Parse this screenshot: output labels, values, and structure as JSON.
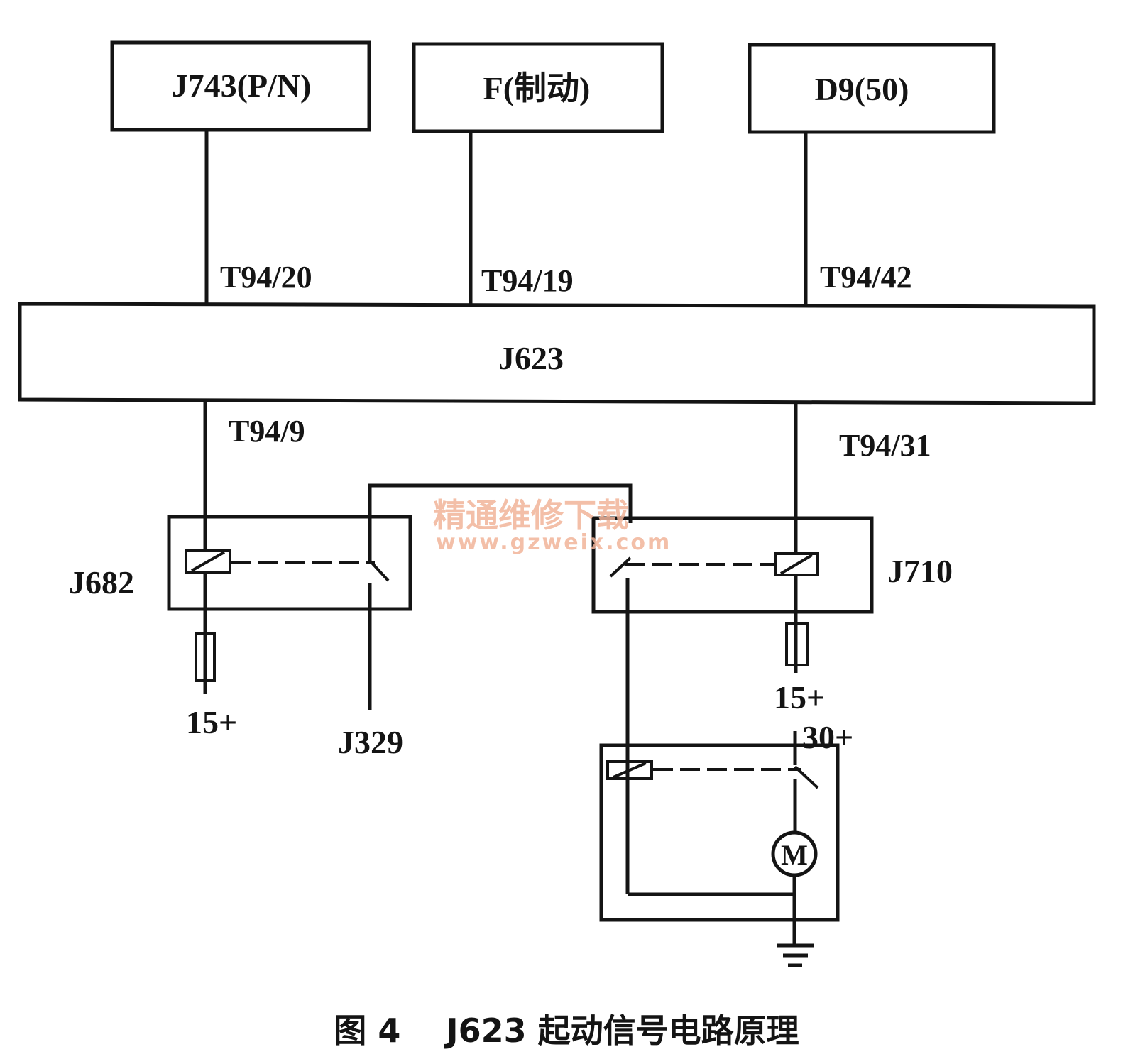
{
  "top_boxes": {
    "j743": "J743(P/N)",
    "f_brake": "F(制动)",
    "d9": "D9(50)"
  },
  "pins": {
    "t94_20": "T94/20",
    "t94_19": "T94/19",
    "t94_42": "T94/42",
    "t94_9": "T94/9",
    "t94_31": "T94/31"
  },
  "ecu": "J623",
  "components": {
    "j682": "J682",
    "j710": "J710",
    "j329": "J329",
    "supply_left": "15+",
    "supply_right": "15+",
    "supply_30": "30+",
    "motor": "M"
  },
  "watermark": {
    "cn": "精通维修下载",
    "url": "www.gzweix.com"
  },
  "caption": "图 4    J623 起动信号电路原理"
}
